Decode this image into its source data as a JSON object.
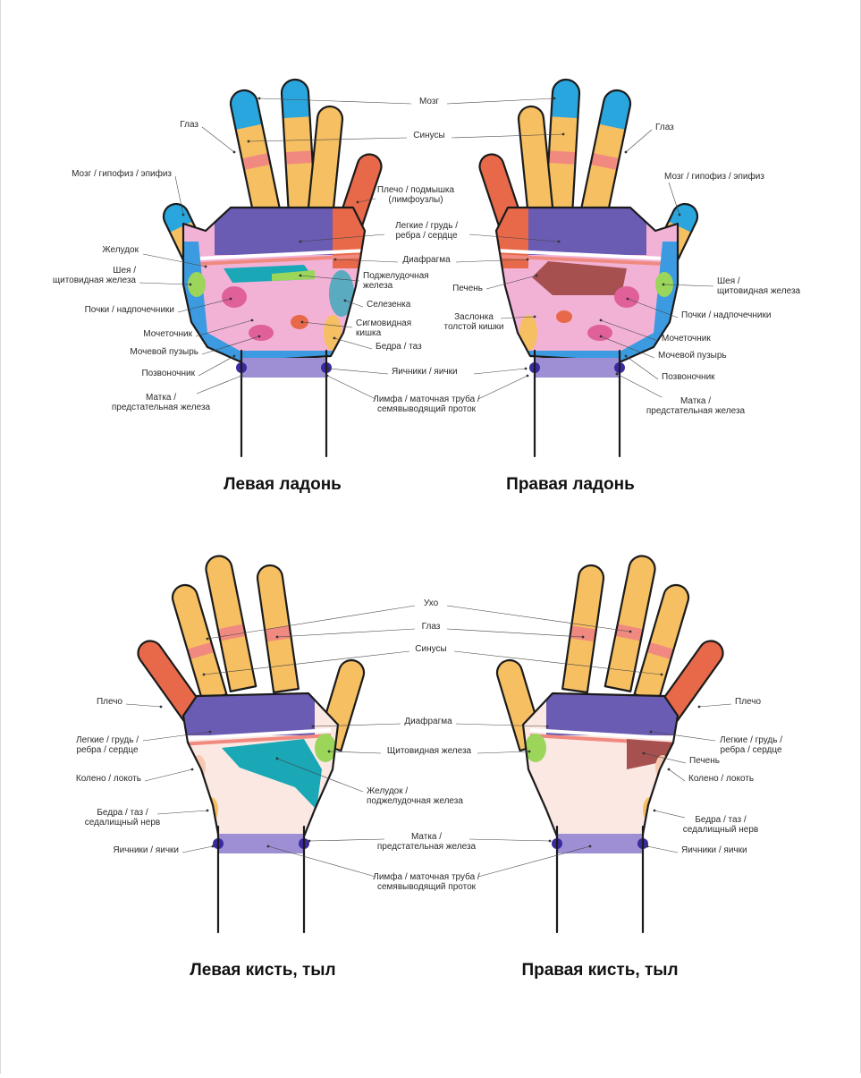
{
  "colors": {
    "finger": "#f6bf62",
    "tip": "#2aa6df",
    "band": "#f08a80",
    "palm_top": "#6a5bb3",
    "palm_body": "#f2b2d6",
    "thumb_red": "#e8694a",
    "liver": "#a65050",
    "stomach_teal": "#1aa7b6",
    "pancreas_green": "#9bd65a",
    "wrist": "#9e8ed4",
    "wrist_dot": "#3a2aa0",
    "spine_blue": "#3c9be0",
    "pale": "#fbe8e3"
  },
  "diagrams": [
    {
      "id": "left-palm",
      "caption": "Левая ладонь",
      "labels": [
        {
          "text": "Мозг"
        },
        {
          "text": "Синусы"
        },
        {
          "text": "Глаз"
        },
        {
          "text": "Мозг / гипофиз / эпифиз"
        },
        {
          "text": "Плечо / подмышка\n(лимфоузлы)"
        },
        {
          "text": "Легкие / грудь /\nребра / сердце"
        },
        {
          "text": "Желудок"
        },
        {
          "text": "Диафрагма"
        },
        {
          "text": "Шея /\nщитовидная железа"
        },
        {
          "text": "Поджелудочная\nжелеза"
        },
        {
          "text": "Селезенка"
        },
        {
          "text": "Почки / надпочечники"
        },
        {
          "text": "Сигмовидная\nкишка"
        },
        {
          "text": "Мочеточник"
        },
        {
          "text": "Бедра / таз"
        },
        {
          "text": "Мочевой пузырь"
        },
        {
          "text": "Позвоночник"
        },
        {
          "text": "Яичники / яички"
        },
        {
          "text": "Матка /\nпредстательная железа"
        },
        {
          "text": "Лимфа / маточная труба /\nсемявыводящий проток"
        }
      ]
    },
    {
      "id": "right-palm",
      "caption": "Правая ладонь",
      "labels": [
        {
          "text": "Глаз"
        },
        {
          "text": "Мозг / гипофиз / эпифиз"
        },
        {
          "text": "Печень"
        },
        {
          "text": "Шея /\nщитовидная железа"
        },
        {
          "text": "Заслонка\nтолстой кишки"
        },
        {
          "text": "Почки / надпочечники"
        },
        {
          "text": "Мочеточник"
        },
        {
          "text": "Мочевой пузырь"
        },
        {
          "text": "Позвоночник"
        },
        {
          "text": "Матка /\nпредстательная железа"
        }
      ]
    },
    {
      "id": "left-back",
      "caption": "Левая кисть, тыл",
      "labels": [
        {
          "text": "Ухо"
        },
        {
          "text": "Глаз"
        },
        {
          "text": "Синусы"
        },
        {
          "text": "Плечо"
        },
        {
          "text": "Диафрагма"
        },
        {
          "text": "Легкие / грудь /\nребра / сердце"
        },
        {
          "text": "Щитовидная железа"
        },
        {
          "text": "Колено / локоть"
        },
        {
          "text": "Желудок /\nподжелудочная железа"
        },
        {
          "text": "Бедра / таз /\nседалищный нерв"
        },
        {
          "text": "Матка /\nпредстательная железа"
        },
        {
          "text": "Яичники / яички"
        },
        {
          "text": "Лимфа / маточная труба /\nсемявыводящий проток"
        }
      ]
    },
    {
      "id": "right-back",
      "caption": "Правая кисть, тыл",
      "labels": [
        {
          "text": "Плечо"
        },
        {
          "text": "Легкие / грудь /\nребра / сердце"
        },
        {
          "text": "Печень"
        },
        {
          "text": "Колено / локоть"
        },
        {
          "text": "Бедра / таз /\nседалищный нерв"
        },
        {
          "text": "Яичники / яички"
        }
      ]
    }
  ]
}
